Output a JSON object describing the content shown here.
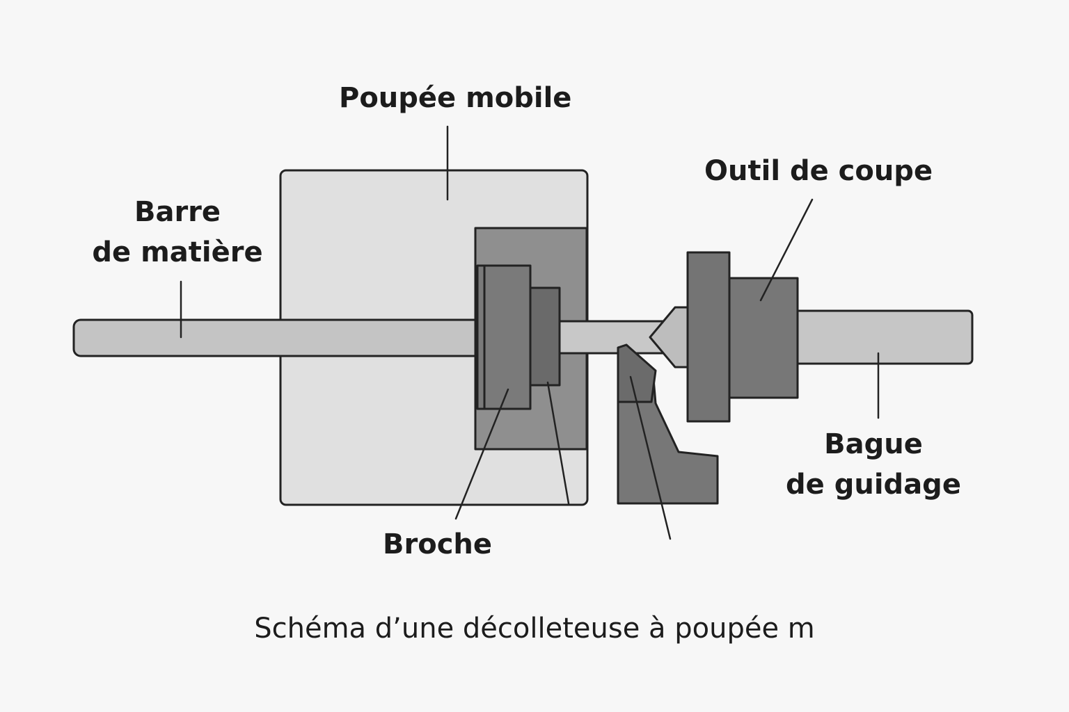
{
  "labels": {
    "poupee_mobile": "Poupée mobile",
    "barre_matiere": [
      "Barre",
      "de matière"
    ],
    "outil_coupe": "Outil de coupe",
    "bague_guidage": [
      "Bague",
      "de guidage"
    ],
    "broche": "Broche"
  },
  "caption": "Schéma d’une décolleteuse à poupée m",
  "colors": {
    "background": "#f7f7f7",
    "headstock_body": "#e0e0e0",
    "spindle_housing": "#8f8f8f",
    "collet": "#7a7a7a",
    "collet_inner": "#6a6a6a",
    "bar_stock": "#c4c4c4",
    "tool_holder": "#777777",
    "guide_bushing": "#c6c6c6",
    "cone_tip": "#bdbdbd"
  }
}
